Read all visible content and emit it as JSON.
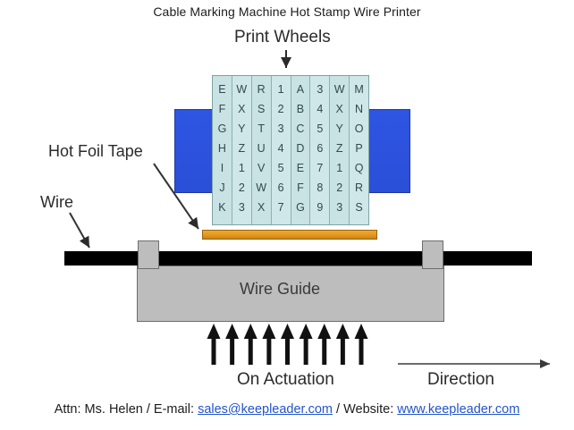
{
  "title": "Cable Marking Machine Hot Stamp Wire Printer",
  "labels": {
    "print_wheels": "Print Wheels",
    "hot_foil_tape": "Hot Foil Tape",
    "wire": "Wire",
    "wire_guide": "Wire Guide",
    "on_actuation": "On Actuation",
    "direction": "Direction"
  },
  "print_wheels": {
    "columns": [
      {
        "characters": [
          "E",
          "F",
          "G",
          "H",
          "I",
          "J",
          "K"
        ]
      },
      {
        "characters": [
          "W",
          "X",
          "Y",
          "Z",
          "1",
          "2",
          "3"
        ]
      },
      {
        "characters": [
          "R",
          "S",
          "T",
          "U",
          "V",
          "W",
          "X"
        ]
      },
      {
        "characters": [
          "1",
          "2",
          "3",
          "4",
          "5",
          "6",
          "7"
        ]
      },
      {
        "characters": [
          "A",
          "B",
          "C",
          "D",
          "E",
          "F",
          "G"
        ]
      },
      {
        "characters": [
          "3",
          "4",
          "5",
          "6",
          "7",
          "8",
          "9"
        ]
      },
      {
        "characters": [
          "W",
          "X",
          "Y",
          "Z",
          "1",
          "2",
          "3"
        ]
      },
      {
        "characters": [
          "M",
          "N",
          "O",
          "P",
          "Q",
          "R",
          "S"
        ]
      }
    ]
  },
  "actuation": {
    "arrow_count": 9
  },
  "footer": {
    "attn_prefix": "Attn: Ms. Helen / E-mail: ",
    "email": "sales@keepleader.com",
    "separator": " / Website: ",
    "website": "www.keepleader.com"
  },
  "colors": {
    "background": "#ffffff",
    "blue_block": "#2c53e0",
    "wheel_fill": "#cfe3e4",
    "foil_tape": "#e09820",
    "wire": "#000000",
    "wire_guide": "#bdbdbd",
    "link": "#2255cc"
  }
}
